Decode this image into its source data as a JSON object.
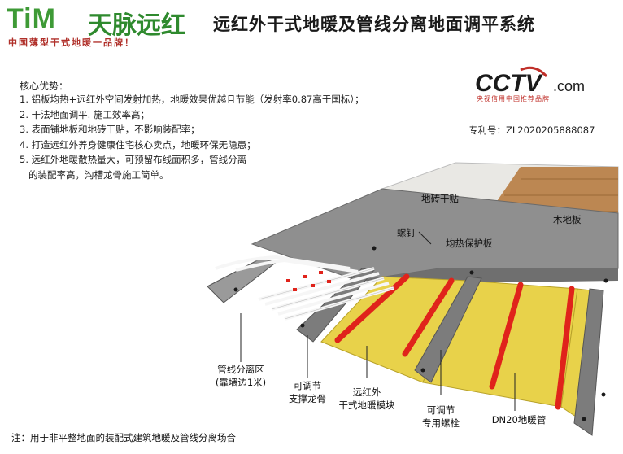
{
  "brand": {
    "logo_latin": "TiM",
    "logo_chinese": "天脉远红",
    "slogan": "中国薄型干式地暖一品牌！"
  },
  "title": "远红外干式地暖及管线分离地面调平系统",
  "advantages": {
    "heading": "核心优势：",
    "items": [
      "1. 铝板均热+远红外空间发射加热，地暖效果优越且节能（发射率0.87高于国标）；",
      "2. 干法地面调平. 施工效率高；",
      "3. 表面铺地板和地砖干贴，不影响装配率；",
      "4. 打造远红外养身健康住宅核心卖点，地暖环保无隐患；",
      "5. 远红外地暖散热量大，可预留布线面积多，管线分离",
      "   的装配率高，沟槽龙骨施工简单。"
    ]
  },
  "cctv": {
    "mark": "CCTV",
    "suffix": ".com",
    "tagline": "央视信用中国推荐品牌"
  },
  "patent": "专利号：ZL2020205888087",
  "layers": {
    "tile": "地砖干贴",
    "wood": "木地板",
    "screw": "螺钉",
    "protect_board": "均热保护板",
    "pipe_zone": [
      "管线分离区",
      "(靠墙边1米)"
    ],
    "keel": [
      "可调节",
      "支撑龙骨"
    ],
    "module": [
      "远红外",
      "干式地暖模块"
    ],
    "bolt": [
      "可调节",
      "专用螺栓"
    ],
    "pipe": "DN20地暖管"
  },
  "note": "注：用于非平整地面的装配式建筑地暖及管线分离场合",
  "colors": {
    "brand_green": "#3e9a36",
    "slogan_red": "#b0302a",
    "insulation_yellow": "#e8d24a",
    "heating_pipe_red": "#e0231b",
    "board_gray": "#8a8a8a",
    "wood_brown": "#b9824a",
    "tile_white": "#ecebe8"
  }
}
